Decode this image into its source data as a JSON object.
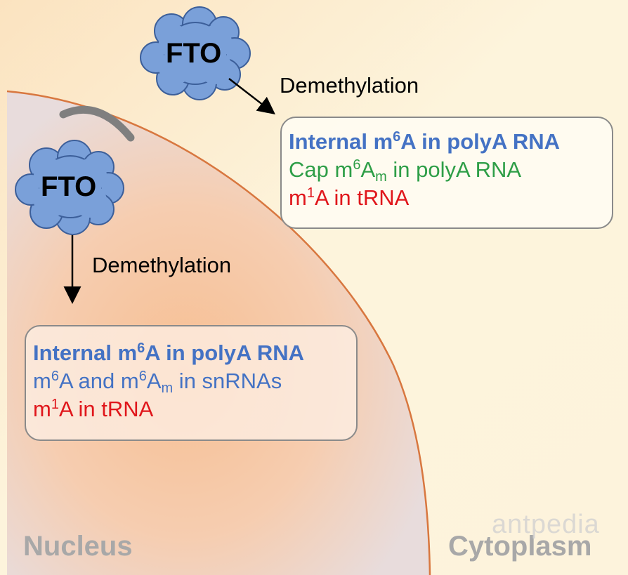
{
  "colors": {
    "blue_text": "#4472c4",
    "green_text": "#2e9e47",
    "red_text": "#e0161b",
    "fto_fill": "#7aa0d9",
    "membrane": "#d8773f",
    "region_label": "#a8a8a8"
  },
  "cytoplasm_fto": {
    "label": "FTO",
    "arrow_label": "Demethylation"
  },
  "nucleus_fto": {
    "label": "FTO",
    "arrow_label": "Demethylation"
  },
  "cytoplasm_box": {
    "line1": {
      "pre": "Internal m",
      "sup": "6",
      "post": "A in polyA RNA"
    },
    "line2": {
      "pre": "Cap m",
      "sup": "6",
      "mid": "A",
      "sub": "m",
      "post": " in polyA RNA"
    },
    "line3": {
      "pre": "m",
      "sup": "1",
      "post": "A in tRNA"
    }
  },
  "nucleus_box": {
    "line1": {
      "pre": "Internal m",
      "sup": "6",
      "post": "A in polyA RNA"
    },
    "line2": {
      "pre": "m",
      "sup": "6",
      "mid": "A and m",
      "sup2": "6",
      "mid2": "A",
      "sub": "m",
      "post": " in snRNAs"
    },
    "line3": {
      "pre": "m",
      "sup": "1",
      "post": "A in tRNA"
    }
  },
  "regions": {
    "nucleus": "Nucleus",
    "cytoplasm": "Cytoplasm"
  },
  "watermark": "antpedia"
}
